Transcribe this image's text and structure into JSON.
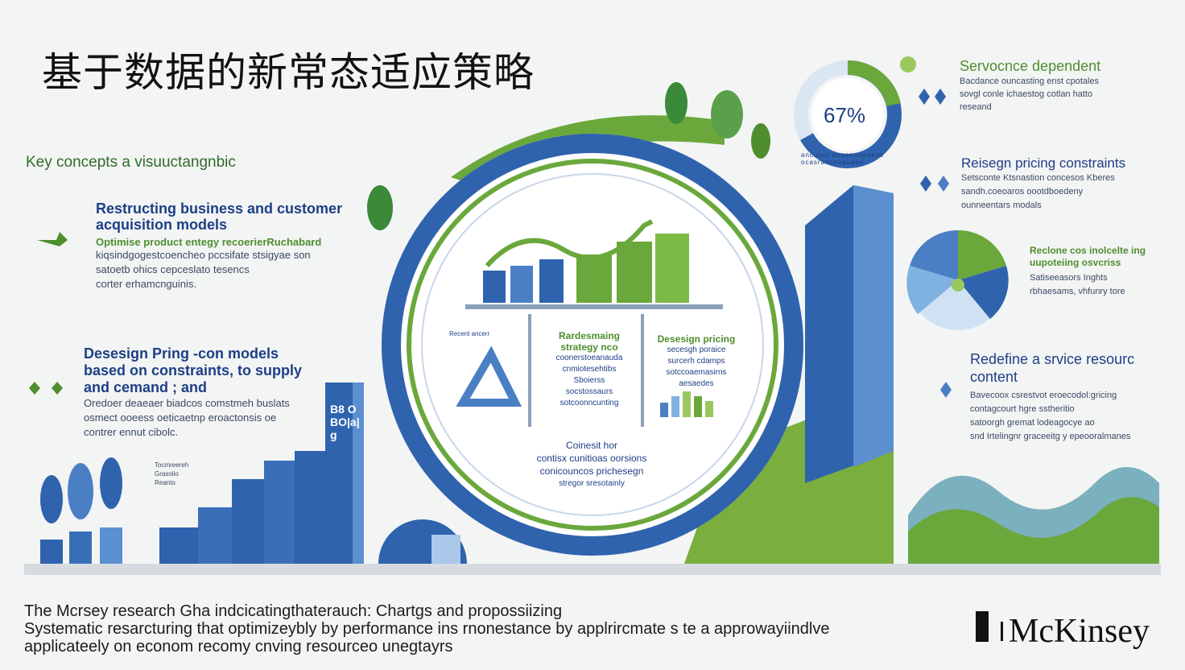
{
  "title": "基于数据的新常态适应策略",
  "key_concepts": "Key concepts a visuuctangnbic",
  "left": {
    "block1": {
      "heading": "Restructing business and customer acquisition models",
      "sub": "Optimise product entegy recoerierRuchabard",
      "lines": [
        "kiqsindgogestcoencheo pccsifate stsigyae son",
        "satoetb ohics cepceslato tesencs",
        "corter erhamcnguinis."
      ]
    },
    "block2": {
      "heading": "Desesign Pring -con models based on constraints, to supply and cemand ; and",
      "lines": [
        "Oredoer deaeaer biadcos comstmeh buslats",
        "osmect ooeess oeticaetnp eroactonsis oe",
        "contrer ennut cibolc."
      ]
    }
  },
  "center": {
    "items": [
      {
        "heading": "Recent ancerr",
        "lines": []
      },
      {
        "heading": "Rardesmaing strategy nco",
        "lines": [
          "coonerstoeanauda",
          "cnmiotesehtibs",
          "Sboierss",
          "socstossaurs",
          "sotcoonncunting"
        ]
      },
      {
        "heading": "Desesign pricing",
        "lines": [
          "secesgh poraice",
          "surcerh cdamps",
          "sotccoaemasirns",
          "aesaedes"
        ]
      }
    ],
    "bottom": [
      "Coinesit hor",
      "contisx cunitioas oorsions",
      "conicouncos prichesegn",
      "stregor sresotainly"
    ],
    "arrow": "↑"
  },
  "right": {
    "donut_pct": "67%",
    "donut_ring_text": "ancuoot aoaasonaoaos ocasraososauaen",
    "donut_value": 0.67,
    "block1": {
      "heading": "Servocnce dependent",
      "lines": [
        "Bacdance ouncasting enst cpotales",
        "sovgl conle ichaestog cotlan hatto",
        "reseand"
      ]
    },
    "block2": {
      "heading": "Reisegn pricing constraints",
      "lines": [
        "Setsconte Ktsnastion concesos Kberes",
        "sandh.coeoaros oootdboedeny",
        "ounneentars modals"
      ]
    },
    "block3": {
      "heading": "Reclone cos inolcelte ing uupoteiing osvcriss",
      "lines": [
        "Satiseeasors Inghts",
        "rbhaesams, vhfunry tore"
      ]
    },
    "block4": {
      "heading": "Redefine a srvice resourc content",
      "lines": [
        "Bavecoox csrestvot eroecodol:gricing",
        "contagcourt hgre sstheritio",
        "satoorgh gremat lodeagocye ao",
        "snd Irtelingnr graceeitg y epeooralmanes"
      ]
    }
  },
  "bar_text": "B8 OBO|a|g",
  "plant_note": [
    "Tocmreereh",
    "Grasolio",
    "Reanto"
  ],
  "footer": [
    "The Mcrsey research Gha indcicatingthaterauch: Chartgs and propossiizing",
    "Systematic resarcturing that optimizeybly by performance ins rnonestance by applrircmate s te a approwayiindlve",
    "applicateely on econom recomy cnving resourceo unegtayrs"
  ],
  "brand": "McKinsey",
  "colors": {
    "blue": "#2f63ad",
    "navy": "#1d3f86",
    "green": "#6aa83c",
    "lightgreen": "#9bc85c",
    "sky": "#7fb2e0"
  }
}
